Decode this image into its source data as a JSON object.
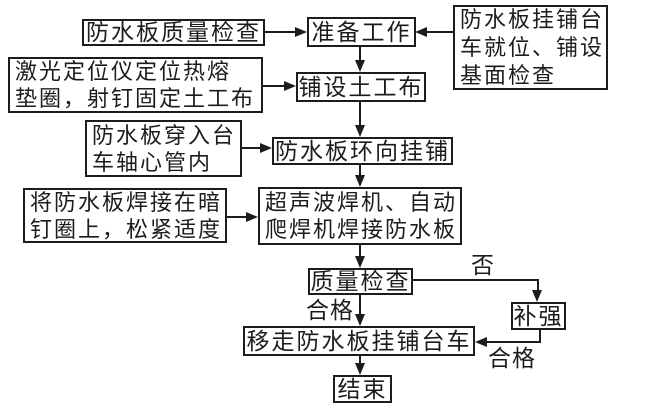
{
  "colors": {
    "line": "#1c1c1c",
    "background": "#ffffff"
  },
  "nodes": {
    "quality_check_board": {
      "text": "防水板质量检查"
    },
    "preparation": {
      "text": "准备工作"
    },
    "trolley_position": {
      "l1": "防水板挂铺台",
      "l2": "车就位、铺设",
      "l3": "基面检查"
    },
    "laser_fix": {
      "l1": "激光定位仪定位热熔",
      "l2": "垫圈，射钉固定土工布"
    },
    "geotextile": {
      "text": "铺设土工布"
    },
    "insert_axle": {
      "l1": "防水板穿入台",
      "l2": "车轴心管内"
    },
    "circumferential": {
      "text": "防水板环向挂铺"
    },
    "weld_hidden_nail": {
      "l1": "将防水板焊接在暗",
      "l2": "钉圈上，松紧适度"
    },
    "welder": {
      "l1": "超声波焊机、自动",
      "l2": "爬焊机焊接防水板"
    },
    "quality_inspection": {
      "text": "质量检查"
    },
    "reinforce": {
      "text": "补强"
    },
    "remove_trolley": {
      "text": "移走防水板挂铺台车"
    },
    "end": {
      "text": "结束"
    }
  },
  "labels": {
    "no": "否",
    "qualified_top": "合格",
    "qualified_bottom": "合格"
  }
}
